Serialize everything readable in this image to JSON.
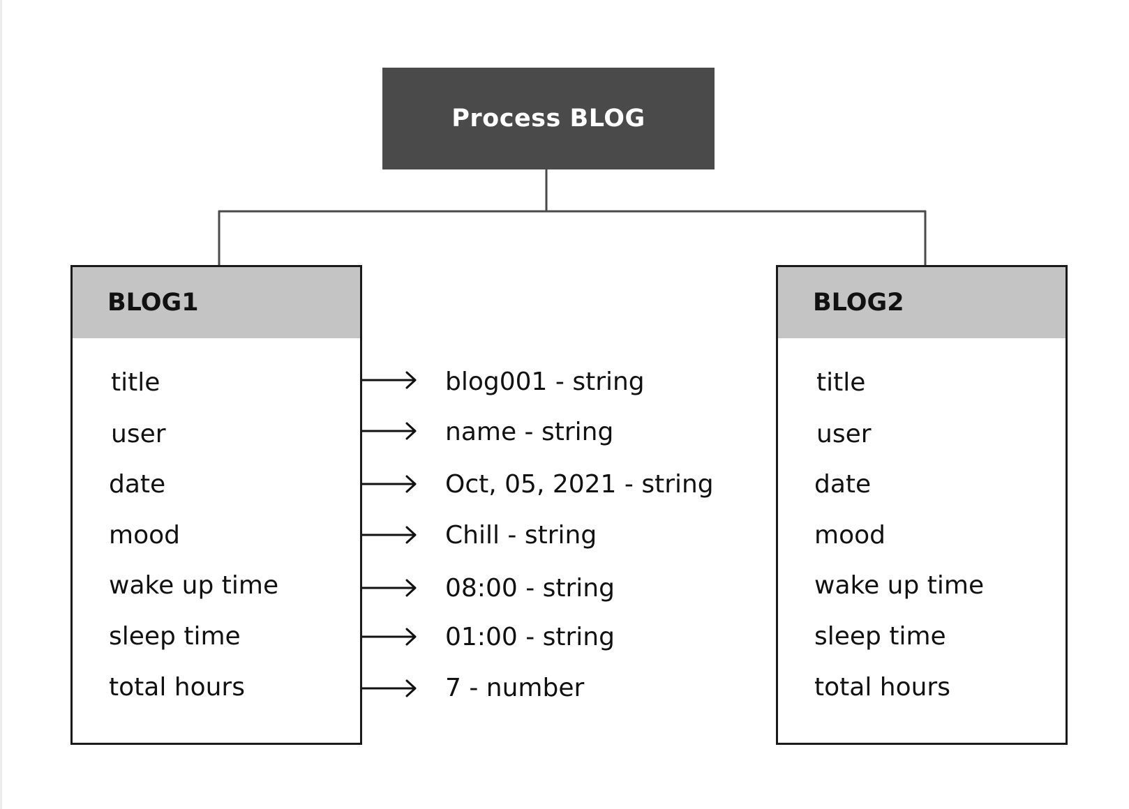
{
  "root": {
    "title": "Process BLOG"
  },
  "entities": [
    {
      "title": "BLOG1",
      "fields": [
        "title",
        "user",
        "date",
        "mood",
        "wake up time",
        "sleep time",
        "total hours"
      ]
    },
    {
      "title": "BLOG2",
      "fields": [
        "title",
        "user",
        "date",
        "mood",
        "wake up time",
        "sleep time",
        "total hours"
      ]
    }
  ],
  "values": [
    "blog001 - string",
    "name - string",
    "Oct, 05, 2021 - string",
    "Chill - string",
    "08:00 - string",
    "01:00 - string",
    "7 - number"
  ],
  "colors": {
    "root_fill": "#4a4a4a",
    "header_fill": "#c4c4c4",
    "line": "#4a4a4a"
  }
}
